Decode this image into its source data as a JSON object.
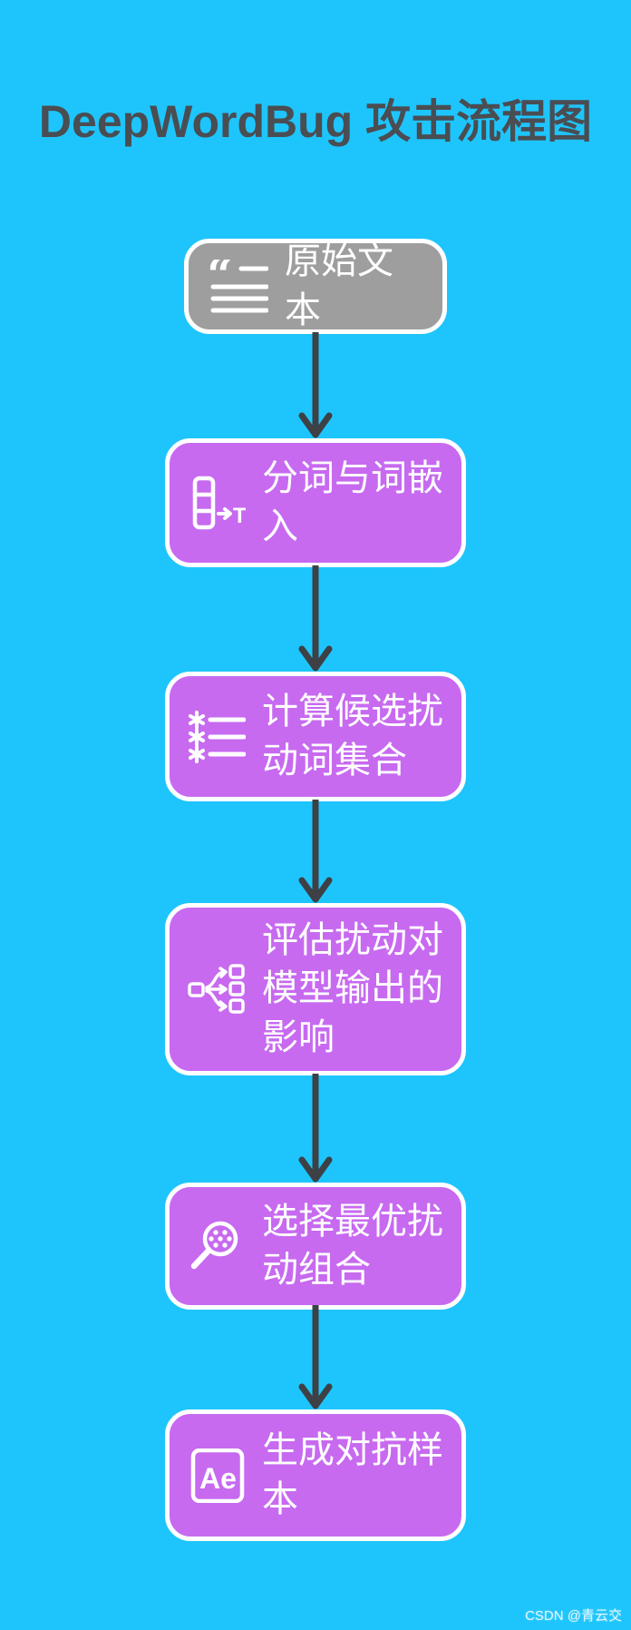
{
  "page": {
    "title": "DeepWordBug 攻击流程图"
  },
  "colors": {
    "background": "#1EC5FC",
    "node_purple": "#C76AF0",
    "node_gray": "#9E9E9E",
    "border": "#FFFFFF",
    "arrow": "#3D4145",
    "title": "#4A4D52",
    "text": "#FFFFFF"
  },
  "flowchart": {
    "steps": [
      {
        "label": "原始文本",
        "icon": "quote-text-icon",
        "variant": "gray"
      },
      {
        "label": "分词与词嵌\n入",
        "icon": "tokenize-icon",
        "variant": "purple"
      },
      {
        "label": "计算候选扰\n动词集合",
        "icon": "asterisk-list-icon",
        "variant": "purple"
      },
      {
        "label": "评估扰动对\n模型输出的\n影响",
        "icon": "fan-out-icon",
        "variant": "purple"
      },
      {
        "label": "选择最优扰\n动组合",
        "icon": "magnifier-dots-icon",
        "variant": "purple"
      },
      {
        "label": "生成对抗样\n本",
        "icon": "ae-badge-icon",
        "variant": "purple"
      }
    ]
  },
  "watermark": "CSDN @青云交"
}
